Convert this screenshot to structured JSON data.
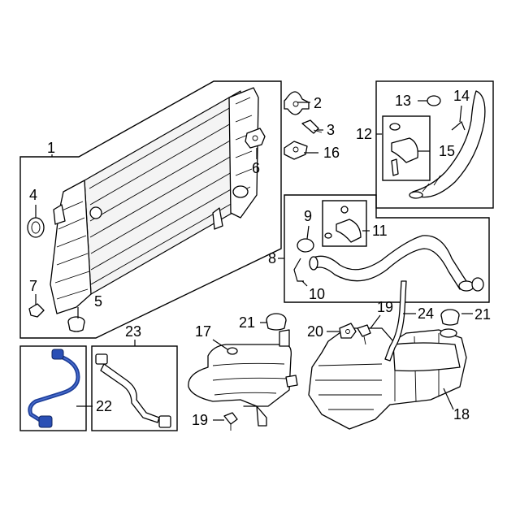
{
  "diagram": {
    "callouts": [
      {
        "id": "1",
        "label": "1"
      },
      {
        "id": "2",
        "label": "2"
      },
      {
        "id": "3",
        "label": "3"
      },
      {
        "id": "4",
        "label": "4"
      },
      {
        "id": "5",
        "label": "5"
      },
      {
        "id": "6",
        "label": "6"
      },
      {
        "id": "7",
        "label": "7"
      },
      {
        "id": "8",
        "label": "8"
      },
      {
        "id": "9",
        "label": "9"
      },
      {
        "id": "10",
        "label": "10"
      },
      {
        "id": "11",
        "label": "11"
      },
      {
        "id": "12",
        "label": "12"
      },
      {
        "id": "13",
        "label": "13"
      },
      {
        "id": "14",
        "label": "14"
      },
      {
        "id": "15",
        "label": "15"
      },
      {
        "id": "16",
        "label": "16"
      },
      {
        "id": "17",
        "label": "17"
      },
      {
        "id": "18",
        "label": "18"
      },
      {
        "id": "19a",
        "label": "19"
      },
      {
        "id": "19b",
        "label": "19"
      },
      {
        "id": "20",
        "label": "20"
      },
      {
        "id": "21a",
        "label": "21"
      },
      {
        "id": "21b",
        "label": "21"
      },
      {
        "id": "22",
        "label": "22"
      },
      {
        "id": "23",
        "label": "23"
      },
      {
        "id": "24",
        "label": "24"
      }
    ],
    "colors": {
      "line": "#000000",
      "highlight": "#1e3f9a",
      "background": "#ffffff"
    }
  }
}
